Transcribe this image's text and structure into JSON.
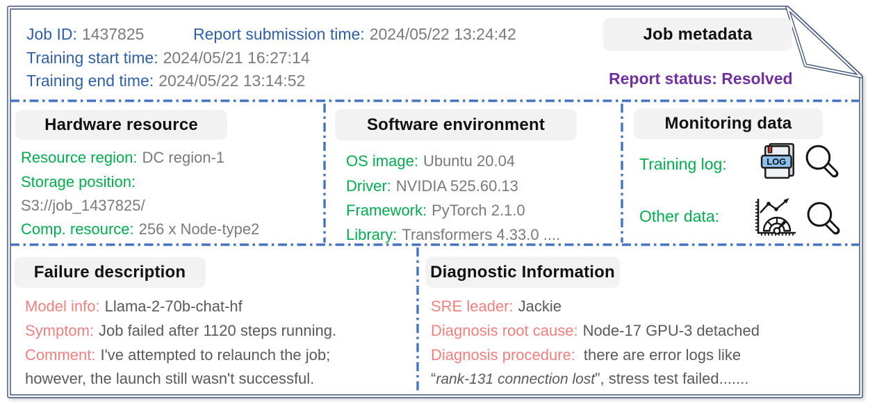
{
  "colors": {
    "label_blue": "#2E5FA8",
    "label_green": "#00AC4F",
    "label_pink": "#F08080",
    "status_purple": "#7030A0",
    "value_gray": "#7A7A7A",
    "value_gray_dark": "#595959",
    "divider_blue": "#4472C4",
    "page_border": "#3D5174",
    "chip_background": "#F2F2F2",
    "log_badge_blue": "#8BC1EE",
    "bookmark_red": "#C03A2E"
  },
  "metadata": {
    "section_title": "Job metadata",
    "job_id": {
      "label": "Job ID:",
      "value": "1437825"
    },
    "report_submission": {
      "label": "Report submission time:",
      "value": "2024/05/22 13:24:42"
    },
    "training_start": {
      "label": "Training start time:",
      "value": "2024/05/21 16:27:14"
    },
    "training_end": {
      "label": "Training end time:",
      "value": "2024/05/22 13:14:52"
    },
    "report_status": "Report status: Resolved"
  },
  "hardware": {
    "section_title": "Hardware resource",
    "resource_region": {
      "label": "Resource region:",
      "value": "DC region-1"
    },
    "storage_position": {
      "label": "Storage position:",
      "value": "S3://job_1437825/"
    },
    "comp_resource": {
      "label": "Comp. resource:",
      "value": "256 x Node-type2"
    }
  },
  "software": {
    "section_title": "Software environment",
    "os_image": {
      "label": "OS image:",
      "value": "Ubuntu 20.04"
    },
    "driver": {
      "label": "Driver:",
      "value": "NVIDIA 525.60.13"
    },
    "framework": {
      "label": "Framework:",
      "value": "PyTorch 2.1.0"
    },
    "library": {
      "label": "Library:",
      "value": "Transformers 4.33.0 ...."
    }
  },
  "monitoring": {
    "section_title": "Monitoring data",
    "training_log_label": "Training log:",
    "other_data_label": "Other data:",
    "log_badge_text": "LOG"
  },
  "failure": {
    "section_title": "Failure description",
    "model_info": {
      "label": "Model info:",
      "value": "Llama-2-70b-chat-hf"
    },
    "symptom": {
      "label": "Symptom:",
      "value": "Job failed after 1120 steps running."
    },
    "comment": {
      "label": "Comment:",
      "line1": "I've attempted to relaunch the job;",
      "line2": "however, the launch still wasn't successful."
    }
  },
  "diagnostic": {
    "section_title": "Diagnostic Information",
    "sre_leader": {
      "label": "SRE leader:",
      "value": "Jackie"
    },
    "root_cause": {
      "label": "Diagnosis root cause:",
      "value": "Node-17 GPU-3 detached"
    },
    "procedure": {
      "label": "Diagnosis procedure:",
      "line1": "there are error logs like",
      "quote_open": "“",
      "quoted": "rank-131 connection lost",
      "line2_suffix": "”, stress test failed......."
    }
  }
}
